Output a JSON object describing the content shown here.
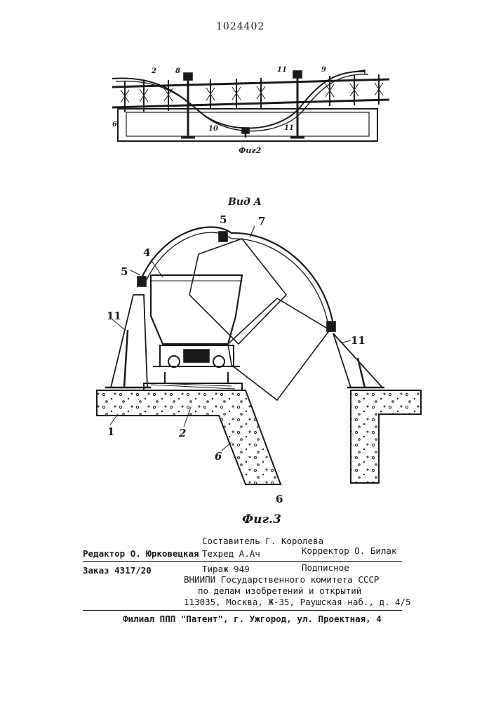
{
  "document": {
    "patent_number": "1024402",
    "fig2_caption": "Фиг2",
    "fig3_caption": "Фиг.3",
    "view_label": "Вид А"
  },
  "fig2_labels": {
    "l2": "2",
    "l8": "8",
    "l11a": "11",
    "l9": "9",
    "l6": "6",
    "l10": "10",
    "l11b": "11"
  },
  "fig3_labels": {
    "l5a": "5",
    "l7": "7",
    "l4": "4",
    "l5b": "5",
    "l11a": "11",
    "l11b": "11",
    "l1": "1",
    "l2": "2",
    "l6a": "6",
    "l6b": "6"
  },
  "colophon": {
    "compiler": "Составитель Г. Королева",
    "editor": "Редактор О. Юрковецкая",
    "tech_editor": "Техред А.Ач",
    "corrector": "Корректор О. Билак",
    "order": "Заказ 4317/20",
    "circulation": "Тираж 949",
    "subscription": "Подписное",
    "org_line1": "ВНИИПИ Государственного комитета СССР",
    "org_line2": "по делам изобретений и открытий",
    "address": "113035, Москва, Ж-35, Раушская наб., д. 4/5",
    "branch": "Филиал ППП \"Патент\", г. Ужгород, ул. Проектная, 4"
  }
}
